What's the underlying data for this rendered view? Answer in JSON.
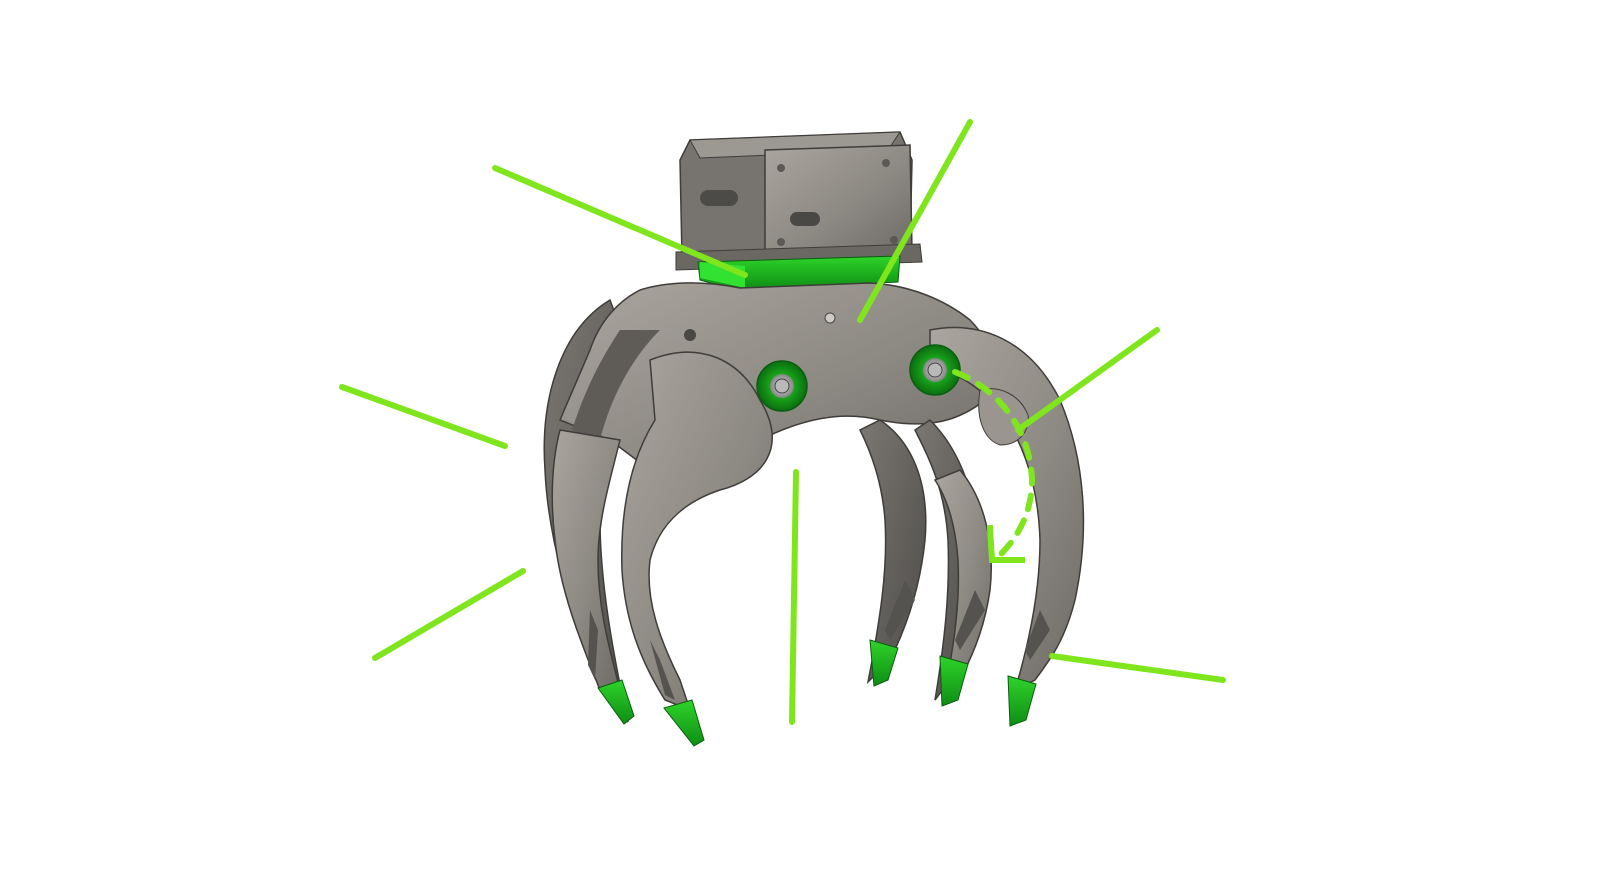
{
  "colors": {
    "background": "#ffffff",
    "callout_line": "#7fe61e",
    "accent_green": "#1fb81f",
    "accent_green_dark": "#0c7a12",
    "steel_light": "#a19d96",
    "steel_mid": "#8a8680",
    "steel_dark": "#5f5c58",
    "steel_edge": "#4a4845"
  },
  "illustration": {
    "subject": "grapple-with-rotator",
    "parts": [
      "mounting-bracket",
      "rotator-ring",
      "main-body",
      "pivot-pin-left",
      "pivot-pin-right",
      "left-jaw-tines",
      "right-jaw-tines",
      "tine-tips",
      "rotation-arrow"
    ],
    "callout_count": 8,
    "labels": []
  }
}
